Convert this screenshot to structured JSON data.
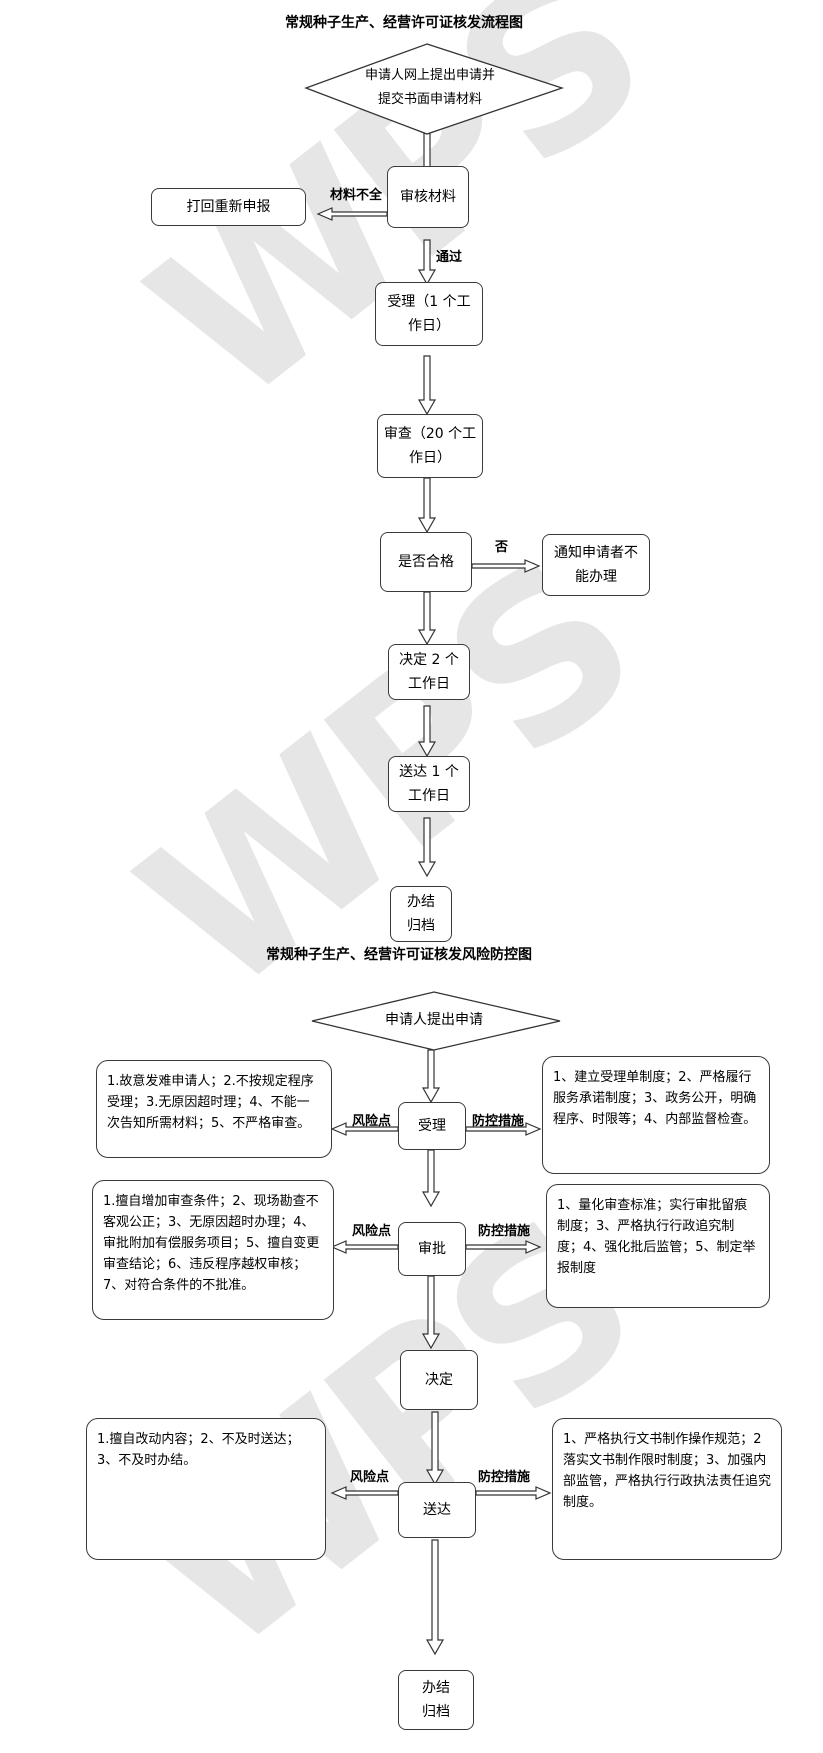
{
  "flow": {
    "title": "常规种子生产、经营许可证核发流程图",
    "start_line1": "申请人网上提出申请并",
    "start_line2": "提交书面申请材料",
    "review": "审核材料",
    "return": "打回重新申报",
    "label_incomplete": "材料不全",
    "label_pass": "通过",
    "accept_line1": "受理（1 个工",
    "accept_line2": "作日）",
    "examine_line1": "审查（20 个工",
    "examine_line2": "作日）",
    "qualified": "是否合格",
    "label_no": "否",
    "notify_line1": "通知申请者不",
    "notify_line2": "能办理",
    "decide_line1": "决定 2 个",
    "decide_line2": "工作日",
    "deliver_line1": "送达 1 个",
    "deliver_line2": "工作日",
    "finish_line1": "办结",
    "finish_line2": "归档"
  },
  "risk": {
    "title": "常规种子生产、经营许可证核发风险防控图",
    "start": "申请人提出申请",
    "accept": "受理",
    "approve": "审批",
    "decide": "决定",
    "deliver": "送达",
    "finish_line1": "办结",
    "finish_line2": "归档",
    "risk_point": "风险点",
    "measures": "防控措施",
    "accept_risk": "1.故意发难申请人；2.不按规定程序受理；3.无原因超时理；4、不能一次告知所需材料；5、不严格审查。",
    "accept_measures": "1、建立受理单制度；2、严格履行服务承诺制度；3、政务公开，明确程序、时限等；4、内部监督检查。",
    "approve_risk": "1.擅自增加审查条件；2、现场勘查不客观公正；3、无原因超时办理；4、审批附加有偿服务项目；5、擅自变更审查结论；6、违反程序越权审核；7、对符合条件的不批准。",
    "approve_measures": "1、量化审查标准；实行审批留痕制度；3、严格执行行政追究制度；4、强化批后监管；5、制定举报制度",
    "deliver_risk": "1.擅自改动内容；2、不及时送达；3、不及时办结。",
    "deliver_measures": "1、严格执行文书制作操作规范；2 落实文书制作限时制度；3、加强内部监管，严格执行行政执法责任追究制度。"
  },
  "watermark": "WPS"
}
